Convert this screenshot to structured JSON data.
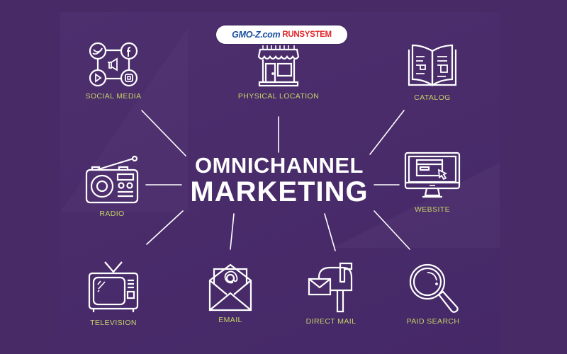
{
  "logo": {
    "part1": "GMO-Z.com",
    "part2": "RUNSYSTEM"
  },
  "center": {
    "line1": "OMNICHANNEL",
    "line2": "MARKETING"
  },
  "colors": {
    "background": "#472a66",
    "label": "#c5d267",
    "line": "#ffffff",
    "logo_blue": "#1a4fa3",
    "logo_red": "#e0262b"
  },
  "channels": [
    {
      "label": "SOCIAL MEDIA",
      "icon": "social-media-icon"
    },
    {
      "label": "PHYSICAL LOCATION",
      "icon": "storefront-icon"
    },
    {
      "label": "CATALOG",
      "icon": "open-book-icon"
    },
    {
      "label": "RADIO",
      "icon": "radio-icon"
    },
    {
      "label": "WEBSITE",
      "icon": "desktop-monitor-icon"
    },
    {
      "label": "TELEVISION",
      "icon": "tv-icon"
    },
    {
      "label": "EMAIL",
      "icon": "envelope-at-icon"
    },
    {
      "label": "DIRECT MAIL",
      "icon": "mailbox-icon"
    },
    {
      "label": "PAID SEARCH",
      "icon": "magnifier-icon"
    }
  ]
}
